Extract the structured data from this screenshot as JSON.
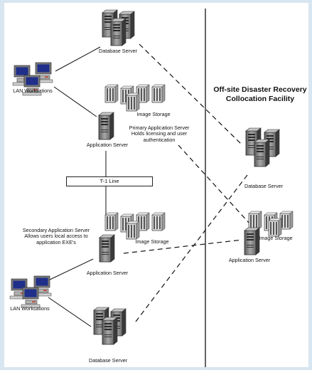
{
  "labels": {
    "database_server_top": "Database Server",
    "lan_workstations_top": "LAN Worksations",
    "image_storage_top": "Image Storage",
    "primary_app_note": "Primary Application Server\nHolds licensing and user\nauthentication",
    "application_server_top": "Application Server",
    "t1_line": "T-1 Line",
    "secondary_app_note": "Secondary Application Server\nAllows users local access to\napplication EXE's",
    "image_storage_bottom": "Image Storage",
    "application_server_bottom": "Application Server",
    "lan_workstations_bottom": "LAN Worksations",
    "database_server_bottom": "Database Server",
    "offsite_title": "Off-site Disaster Recovery Collocation Facility",
    "database_server_offsite": "Database Server",
    "image_storage_offsite": "Image Storage",
    "application_server_offsite": "Application Server"
  },
  "colors": {
    "server_body": "#8f8f8f",
    "server_dark": "#4a4a4a",
    "monitor_screen": "#1f2f8a",
    "lines": "#111111",
    "frame": "#d8e6f1"
  }
}
